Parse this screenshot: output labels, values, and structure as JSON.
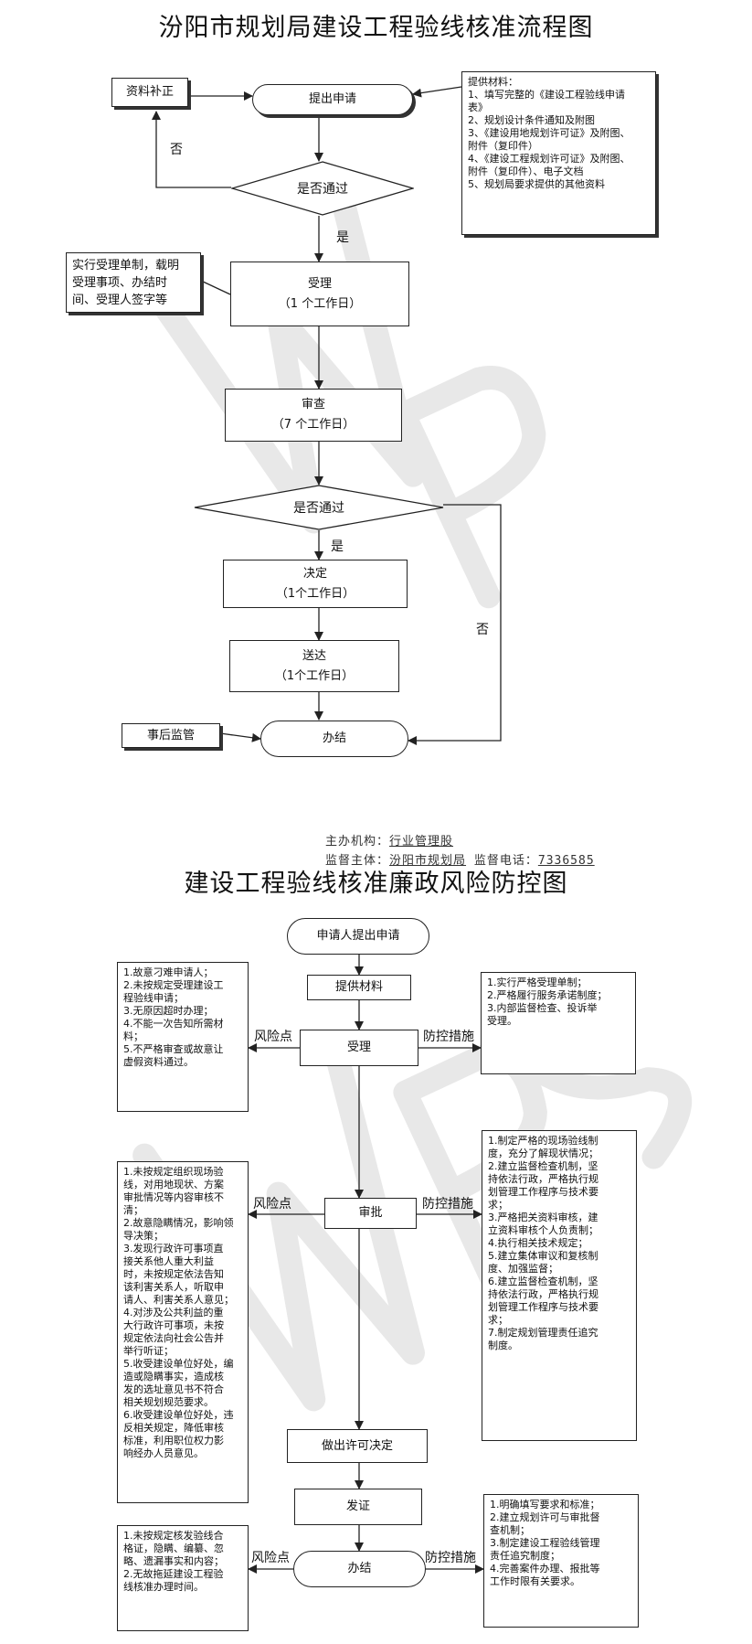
{
  "flowchart": {
    "title": "汾阳市规划局建设工程验线核准流程图",
    "nodes": {
      "submit": "提出申请",
      "supplement": "资料补正",
      "check1": "是否通过",
      "accept": "受理",
      "accept_time": "（1 个工作日）",
      "review": "审查",
      "review_time": "（7 个工作日）",
      "check2": "是否通过",
      "decide": "决定",
      "decide_time": "（1个工作日）",
      "deliver": "送达",
      "deliver_time": "（1个工作日）",
      "finish": "办结",
      "supervise": "事后监管"
    },
    "labels": {
      "no1": "否",
      "yes1": "是",
      "yes2": "是",
      "no2": "否"
    },
    "materials": {
      "heading": "提供材料：",
      "items": [
        "1、填写完整的《建设工程验线申请\n    表》",
        "2、规划设计条件通知及附图",
        "3、《建设用地规划许可证》及附图、\n    附件（复印件）",
        "4、《建设工程规划许可证》及附图、\n    附件（复印件）、电子文档",
        "5、规划局要求提供的其他资料"
      ]
    },
    "accept_note": "实行受理单制，载明\n受理事项、办结时\n间、受理人签字等"
  },
  "footer": {
    "host_label": "主办机构：",
    "host": "行业管理股",
    "supervisor_label": "监督主体：",
    "supervisor": "汾阳市规划局",
    "phone_label": "监督电话：",
    "phone": "7336585"
  },
  "riskchart": {
    "title": "建设工程验线核准廉政风险防控图",
    "nodes": {
      "apply": "申请人提出申请",
      "materials": "提供材料",
      "accept": "受理",
      "approve": "审批",
      "permit": "做出许可决定",
      "issue": "发证",
      "finish": "办结"
    },
    "labels": {
      "risk": "风险点",
      "control": "防控措施"
    },
    "risk_accept": [
      "1.故意刁难申请人；",
      "2.未按规定受理建设工\n程验线申请；",
      "3.无原因超时办理；",
      "4.不能一次告知所需材\n料；",
      "5.不严格审查或故意让\n虚假资料通过。"
    ],
    "control_accept": [
      "1.实行严格受理单制；",
      "2.严格履行服务承诺制度；",
      "3.内部监督检查、投诉举\n受理。"
    ],
    "risk_approve": [
      "1.未按规定组织现场验\n线，对用地现状、方案\n审批情况等内容审核不\n清；",
      "2.故意隐瞒情况，影响领\n导决策；",
      "3.发现行政许可事项直\n接关系他人重大利益\n时，未按规定依法告知\n该利害关系人，听取申\n请人、利害关系人意见；",
      "4.对涉及公共利益的重\n大行政许可事项，未按\n规定依法向社会公告并\n举行听证；",
      "5.收受建设单位好处，编\n造或隐瞒事实，造成核\n发的选址意见书不符合\n相关规划规范要求。",
      "6.收受建设单位好处，违\n反相关规定，降低审核\n标准，利用职位权力影\n响经办人员意见。"
    ],
    "control_approve": [
      "1.制定严格的现场验线制\n度，充分了解现状情况；",
      "2.建立监督检查机制，坚\n持依法行政，严格执行规\n划管理工作程序与技术要\n求；",
      "3.严格把关资料审核，建\n立资料审核个人负责制；",
      "4.执行相关技术规定；",
      "5.建立集体审议和复核制\n度、加强监督；",
      "6.建立监督检查机制，坚\n持依法行政，严格执行规\n划管理工作程序与技术要\n求；",
      "7.制定规划管理责任追究\n制度。"
    ],
    "risk_finish": [
      "1.未按规定核发验线合\n格证，隐瞒、编纂、忽\n略、遗漏事实和内容；",
      "2.无故拖延建设工程验\n线核准办理时间。"
    ],
    "control_finish": [
      "1.明确填写要求和标准；",
      "2.建立规划许可与审批督\n查机制；",
      "3.制定建设工程验线管理\n责任追究制度；",
      "4.完善案件办理、报批等\n工作时限有关要求。"
    ]
  },
  "watermark": {
    "text": "WPS",
    "color": "#e6e6e6"
  }
}
